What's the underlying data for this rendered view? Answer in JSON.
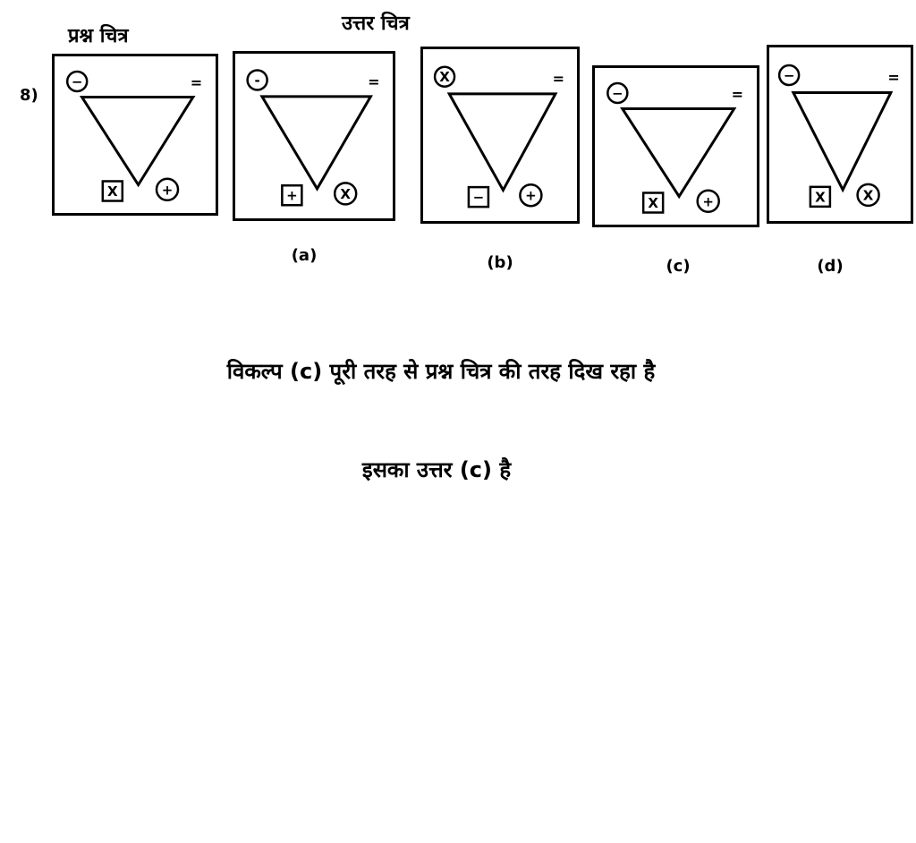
{
  "header": {
    "question_title": "प्रश्न  चित्र",
    "answer_title": "उत्तर   चित्र",
    "question_number": "8)"
  },
  "figures": {
    "question": {
      "corner_symbol": "−",
      "corner_shape": "circle",
      "equals": "=",
      "left_base_symbol": "X",
      "left_base_shape": "square",
      "right_base_symbol": "+",
      "right_base_shape": "circle"
    },
    "options": [
      {
        "label": "(a)",
        "corner_symbol": "-",
        "corner_shape": "circle",
        "equals": "=",
        "left_base_symbol": "+",
        "left_base_shape": "square",
        "right_base_symbol": "X",
        "right_base_shape": "circle"
      },
      {
        "label": "(b)",
        "corner_symbol": "X",
        "corner_shape": "circle",
        "equals": "=",
        "left_base_symbol": "−",
        "left_base_shape": "square",
        "right_base_symbol": "+",
        "right_base_shape": "circle"
      },
      {
        "label": "(c)",
        "corner_symbol": "−",
        "corner_shape": "circle",
        "equals": "=",
        "left_base_symbol": "X",
        "left_base_shape": "square",
        "right_base_symbol": "+",
        "right_base_shape": "circle"
      },
      {
        "label": "(d)",
        "corner_symbol": "−",
        "corner_shape": "circle",
        "equals": "=",
        "left_base_symbol": "X",
        "left_base_shape": "square",
        "right_base_symbol": "X",
        "right_base_shape": "circle"
      }
    ]
  },
  "explanation": {
    "line1": "विकल्प (c) पूरी तरह से प्रश्न चित्र की तरह दिख रहा है",
    "line2": "इसका     उत्तर    (c) है"
  }
}
